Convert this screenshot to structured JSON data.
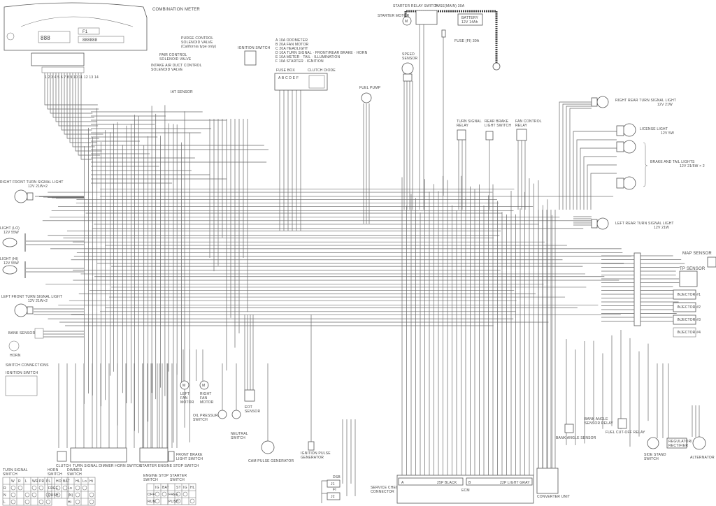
{
  "title": "COMBINATION METER",
  "meter": {
    "speed_digits": "888",
    "gear": "F1",
    "odo": "888888",
    "pin_labels": "1 2 3 4 5 6 7 8 9 10 11 12 13 14"
  },
  "labels": {
    "purge": [
      "PURGE CONTROL",
      "SOLENOID VALVE",
      "(California type only)"
    ],
    "pair": [
      "PAIR CONTROL",
      "SOLENOID VALVE"
    ],
    "intake": [
      "INTAKE AIR DUCT CONTROL",
      "SOLENOID VALVE"
    ],
    "iat": "IAT SENSOR",
    "ignition_switch": "IGNITION SWITCH",
    "fuses": [
      "A  10A  ODOMETER",
      "B  20A  FAN MOTOR",
      "C  20A  HEADLIGHT",
      "D  10A  TURN SIGNAL · FRONT/REAR BRAKE · HORN",
      "E  10A  METER · TAIL · ILLUMINATION",
      "F  10A  STARTER · IGNITION"
    ],
    "fuse_box": "FUSE BOX",
    "fuse_box_letters": "A  B  C D E F",
    "clutch_diode": "CLUTCH DIODE",
    "starter_relay": "STARTER RELAY SWITCH",
    "main_fuse": "FUSE(MAIN) 30A",
    "starter_motor": "STARTER MOTOR",
    "battery": [
      "BATTERY",
      "12V 14Ah"
    ],
    "fi_fuse": "FUSE (FI) 30A",
    "fuel_pump": "FUEL PUMP",
    "speed_sensor": [
      "SPEED",
      "SENSOR"
    ],
    "turn_relay": [
      "TURN SIGNAL",
      "RELAY"
    ],
    "rear_brake": [
      "REAR BRAKE",
      "LIGHT SWITCH"
    ],
    "fan_relay": [
      "FAN CONTROL",
      "RELAY"
    ],
    "rr_turn": [
      "RIGHT REAR TURN SIGNAL LIGHT",
      "12V 21W"
    ],
    "license": [
      "LICENSE LIGHT",
      "12V 5W"
    ],
    "brake_tail": [
      "BRAKE AND TAIL LIGHTS",
      "12V 21/5W × 2"
    ],
    "lr_turn": [
      "LEFT REAR TURN SIGNAL LIGHT",
      "12V 21W"
    ],
    "map_sensor": "MAP SENSOR",
    "tp_sensor": "TP SENSOR",
    "injectors": [
      "INJECTOR #1",
      "INJECTOR #2",
      "INJECTOR #3",
      "INJECTOR #4"
    ],
    "rf_turn": [
      "RIGHT FRONT TURN SIGNAL LIGHT",
      "12V 21W×2"
    ],
    "head_lo": [
      "LIGHT (LO)",
      "12V 55W"
    ],
    "head_hi": [
      "LIGHT (HI)",
      "12V 55W"
    ],
    "lf_turn": [
      "LEFT FRONT TURN SIGNAL LIGHT",
      "12V 21W×2"
    ],
    "bank_sensor": "BANK SENSOR",
    "horn": "HORN",
    "switch_connections": "SWITCH CONNECTIONS",
    "ignition_switch_small": "IGNITION SWITCH",
    "left_fan": [
      "LEFT",
      "FAN",
      "MOTOR"
    ],
    "right_fan": [
      "RIGHT",
      "FAN",
      "MOTOR"
    ],
    "oil_pressure": [
      "OIL PRESSURE",
      "SWITCH"
    ],
    "neutral": [
      "NEUTRAL",
      "SWITCH"
    ],
    "eot": [
      "EOT",
      "SENSOR"
    ],
    "cam_pulse": "CAM PULSE GENERATOR",
    "ign_pulse": [
      "IGNITION PULSE",
      "GENERATOR"
    ],
    "relay_tags": [
      "DSB",
      "FI"
    ],
    "relays": [
      "J1",
      "J2"
    ],
    "service_check": [
      "SERVICE CHECK",
      "CONNECTOR"
    ],
    "ecm": "ECM",
    "ecm_a": "A",
    "ecm_b": "B",
    "black_conn": "25P BLACK",
    "gray_conn": "22P LIGHT GRAY",
    "converter": "CONVERTER UNIT",
    "bank_angle": "BANK ANGLE SENSOR",
    "bank_angle_relay": [
      "BANK ANGLE",
      "SENSOR RELAY"
    ],
    "fuel_cut": "FUEL CUT-OFF RELAY",
    "side_stand": [
      "SIDE STAND",
      "SWITCH"
    ],
    "regulator": [
      "REGULATOR/",
      "RECTIFIER"
    ],
    "alternator": "ALTERNATOR",
    "clutch": "CLUTCH",
    "tdh_switch": "TURN SIGNAL DIMMER HORN SWITCH",
    "ses_switch": "STARTER ENGINE STOP  SWITCH",
    "front_brake": [
      "FRONT BRAKE",
      "LIGHT SWITCH"
    ],
    "ts_switch": [
      "TURN SIGNAL",
      "SWITCH"
    ],
    "horn_switch": [
      "HORN",
      "SWITCH"
    ],
    "dimmer_switch": [
      "DIMMER",
      "SWITCH"
    ],
    "es_switch": [
      "ENGINE STOP",
      "SWITCH"
    ],
    "st_switch": [
      "STARTER",
      "SWITCH"
    ],
    "tbl_ts_cols": [
      "W",
      "R",
      "L",
      "WR",
      "PR",
      "PL"
    ],
    "tbl_ts_rows": [
      "R",
      "N",
      "L"
    ],
    "tbl_horn_cols": [
      "HO",
      "BAT"
    ],
    "tbl_horn_rows": [
      "FREE",
      "PUSH"
    ],
    "tbl_dim_cols": [
      "HL",
      "Lo",
      "Hi"
    ],
    "tbl_dim_rows": [
      "Lo",
      "(N)",
      "Hi"
    ],
    "tbl_es_cols": [
      "IG",
      "BAT"
    ],
    "tbl_es_rows": [
      "OFF",
      "RUN"
    ],
    "tbl_st_cols": [
      "ST",
      "IG",
      "HL"
    ],
    "tbl_st_rows": [
      "FREE",
      "PUSH"
    ],
    "motor_m": "M"
  }
}
